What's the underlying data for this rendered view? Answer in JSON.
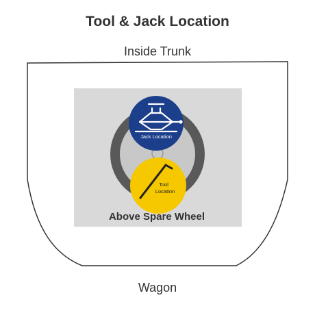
{
  "title": "Tool & Jack Location",
  "top_label": "Inside Trunk",
  "bottom_label": "Wagon",
  "spare_label": "Above Spare Wheel",
  "jack": {
    "label": "Jack Location",
    "icon": "scissor-jack-icon",
    "color": "#1c3f8c"
  },
  "tool": {
    "label_line1": "Tool",
    "label_line2": "Location",
    "icon": "lug-wrench-icon",
    "color": "#f5c800"
  },
  "colors": {
    "trunk_outline": "#333333",
    "spare_area": "#d9d9d9",
    "tire": "#595959",
    "rim": "#c8c8c8"
  }
}
